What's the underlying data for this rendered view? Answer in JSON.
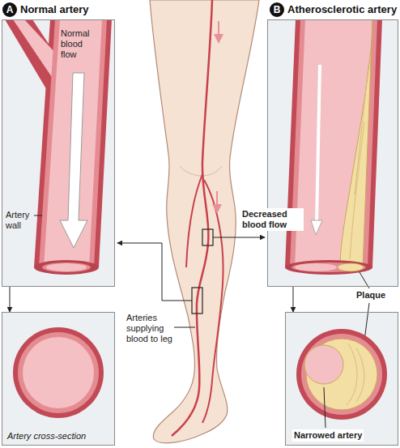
{
  "diagram": {
    "nodes": [
      {
        "text": [
          "A",
          "Normal artery",
          "Normal blood flow",
          "Artery wall"
        ]
      },
      {
        "text": [
          "Artery cross-section"
        ]
      },
      {
        "text": [
          "B",
          "Atherosclerotic artery",
          "Decreased blood flow"
        ]
      },
      {
        "text": [
          "Narrowed artery"
        ]
      }
    ],
    "edges": [
      {
        "from": 0,
        "to": 1,
        "arrow": "to"
      },
      {
        "from": 2,
        "to": 3,
        "arrow": "to"
      }
    ],
    "labels": [
      "Arteries supplying blood to leg",
      "Plaque"
    ]
  }
}
